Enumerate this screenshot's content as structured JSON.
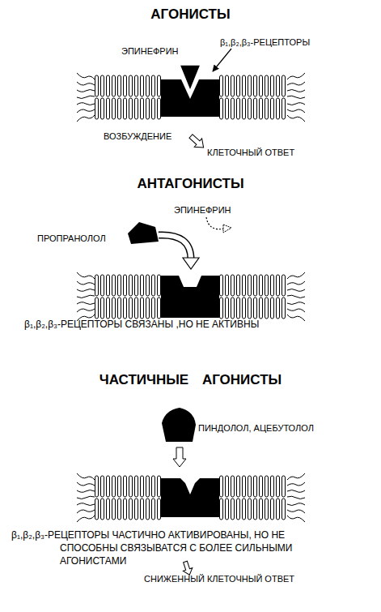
{
  "diagram": {
    "labels": [
      "АГОНИСТЫ",
      "ЭПИНЕФРИН",
      "β₁,β₂,β₃-РЕЦЕПТОРЫ",
      "ВОЗБУЖДЕНИЕ",
      "КЛЕТОЧНЫЙ ОТВЕТ",
      "АНТАГОНИСТЫ",
      "ЭПИНЕФРИН",
      "ПРОПРАНОЛОЛ",
      "β₁,β₂,β₃-РЕЦЕПТОРЫ СВЯЗАНЫ ,НО НЕ АКТИВНЫ",
      "ЧАСТИЧНЫЕ АГОНИСТЫ",
      "ПИНДОЛОЛ, АЦЕБУТОЛОЛ",
      "β₁,β₂,β₃-РЕЦЕПТОРЫ ЧАСТИЧНО АКТИВИРОВАНЫ, НО НЕ СПОСОБНЫ СВЯЗЫВАТСЯ С БОЛЕЕ СИЛЬНЫМИ АГОНИСТАМИ",
      "СНИЖЕННЫЙ КЛЕТОЧНЫЙ ОТВЕТ"
    ]
  }
}
